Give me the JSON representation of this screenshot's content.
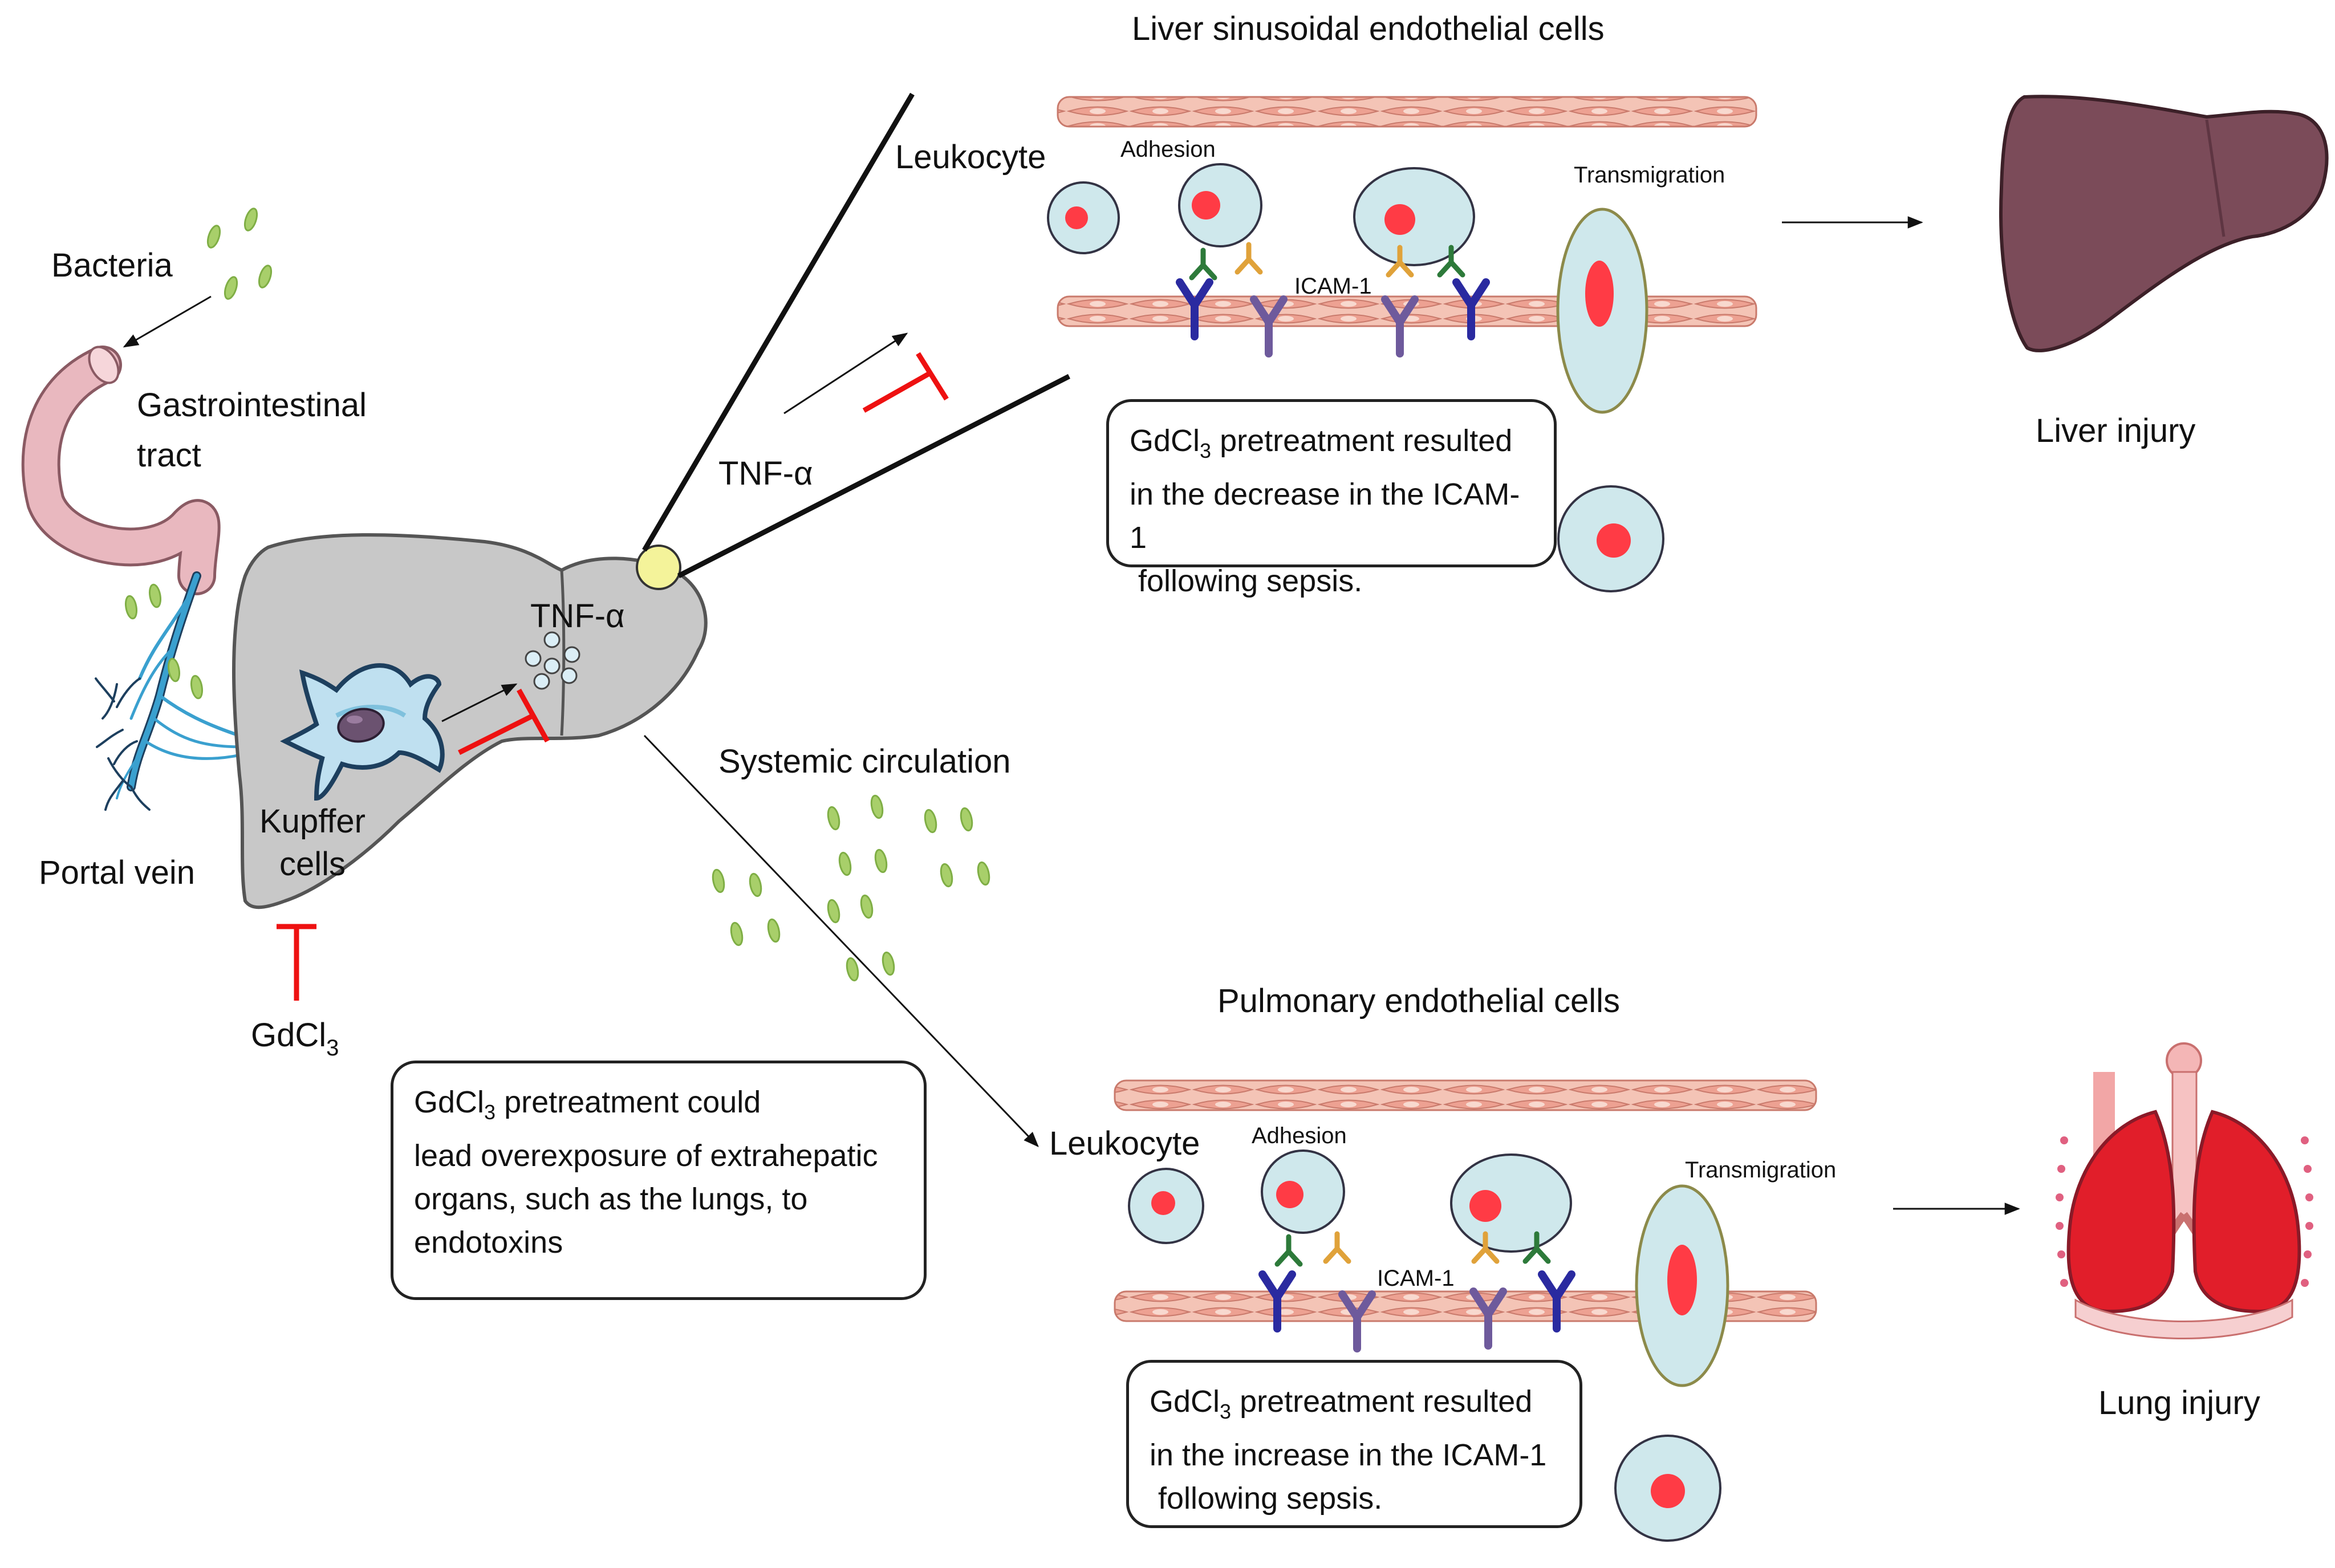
{
  "labels": {
    "bacteria": "Bacteria",
    "gi_tract_line1": "Gastrointestinal",
    "gi_tract_line2": "tract",
    "portal_vein": "Portal vein",
    "kupffer_line1": "Kupffer",
    "kupffer_line2": "cells",
    "tnf_liver": "TNF-α",
    "tnf_upper": "TNF-α",
    "gdcl_main": "GdCl",
    "gdcl_sub": "3",
    "systemic_circulation": "Systemic circulation"
  },
  "liver_panel": {
    "title": "Liver sinusoidal endothelial cells",
    "leukocyte": "Leukocyte",
    "adhesion": "Adhesion",
    "icam": "ICAM-1",
    "transmigration": "Transmigration",
    "note_pre": "GdCl",
    "note_sub": "3",
    "note_post": " pretreatment resulted\nin the decrease in the ICAM-1\n following sepsis.",
    "outcome": "Liver injury"
  },
  "lung_panel": {
    "title": "Pulmonary endothelial cells",
    "leukocyte": "Leukocyte",
    "adhesion": "Adhesion",
    "icam": "ICAM-1",
    "transmigration": "Transmigration",
    "note_pre": "GdCl",
    "note_sub": "3",
    "note_post": " pretreatment resulted\nin the increase in the ICAM-1\n following sepsis.",
    "outcome": "Lung injury"
  },
  "systemic_note": {
    "pre": "GdCl",
    "sub": "3",
    "post": " pretreatment could\nlead overexposure of extrahepatic\norgans, such as the lungs, to\nendotoxins"
  },
  "colors": {
    "bacteria_fill": "#a8cf6a",
    "inhibit_red": "#ee1111",
    "liver_gray": "#c8c8c8",
    "endothelium_pink": "#f2b7a8",
    "leukocyte_fill": "#cfe8ec",
    "nucleus_red": "#ff3b45",
    "liver_organ": "#7b4b59",
    "lung_red": "#e11e2a"
  },
  "icons": {
    "gut": "intestine-icon",
    "kupffer": "kupffer-cell-icon",
    "liver_outcome": "liver-icon",
    "lung_outcome": "lungs-icon"
  }
}
